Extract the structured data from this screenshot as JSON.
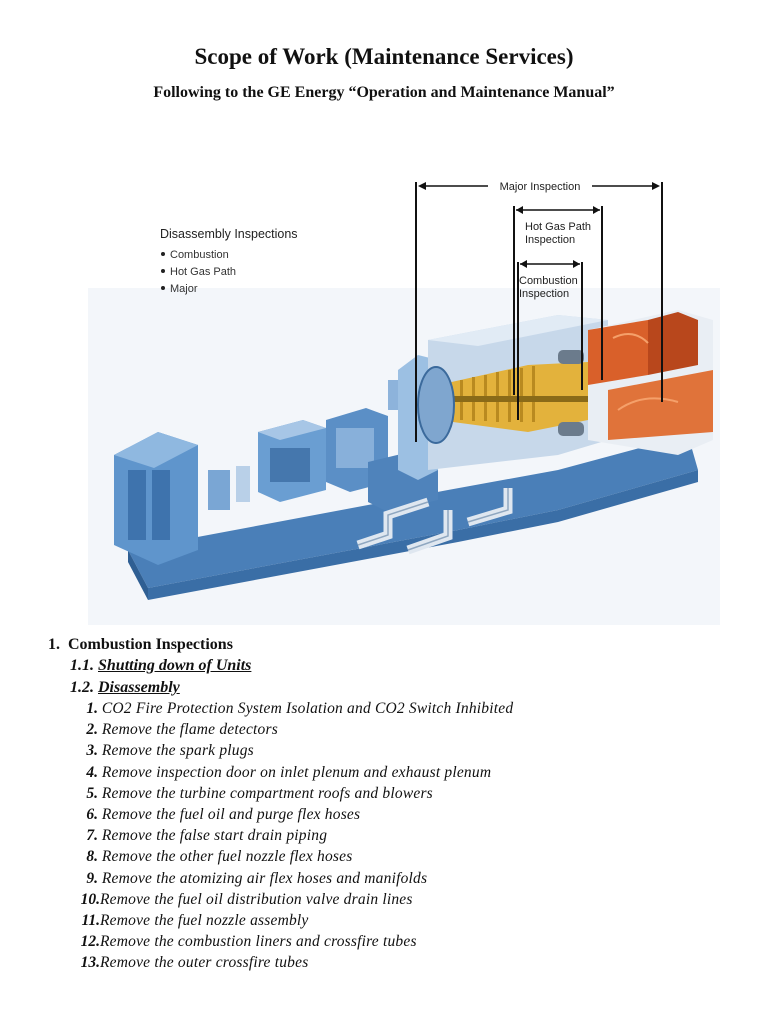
{
  "document": {
    "title": "Scope of Work (Maintenance Services)",
    "subtitle": "Following to the GE Energy “Operation and Maintenance Manual”"
  },
  "figure": {
    "legend_title": "Disassembly Inspections",
    "legend_items": [
      "Combustion",
      "Hot Gas Path",
      "Major"
    ],
    "label_major": "Major Inspection",
    "label_hgp_1": "Hot Gas Path",
    "label_hgp_2": "Inspection",
    "label_comb_1": "Combustion",
    "label_comb_2": "Inspection"
  },
  "section": {
    "number": "1.",
    "title": "Combustion Inspections",
    "subs": [
      {
        "number": "1.1.",
        "title": "Shutting down of Units"
      },
      {
        "number": "1.2.",
        "title": "Disassembly"
      }
    ],
    "steps": [
      {
        "n": "1.",
        "text": "CO2 Fire Protection System Isolation and CO2 Switch Inhibited"
      },
      {
        "n": "2.",
        "text": "Remove the flame detectors"
      },
      {
        "n": "3.",
        "text": "Remove the spark plugs"
      },
      {
        "n": "4.",
        "text": "Remove inspection door on inlet plenum and exhaust plenum"
      },
      {
        "n": "5.",
        "text": "Remove the turbine compartment roofs and blowers"
      },
      {
        "n": "6.",
        "text": "Remove the fuel oil and purge flex hoses"
      },
      {
        "n": "7.",
        "text": "Remove the false start drain piping"
      },
      {
        "n": "8.",
        "text": "Remove the other fuel nozzle flex hoses"
      },
      {
        "n": "9.",
        "text": "Remove the atomizing air flex hoses and manifolds"
      },
      {
        "n": "10.",
        "text": "Remove the fuel oil distribution valve drain lines"
      },
      {
        "n": "11.",
        "text": "Remove the fuel nozzle assembly"
      },
      {
        "n": "12.",
        "text": "Remove the combustion liners and crossfire tubes"
      },
      {
        "n": "13.",
        "text": "Remove the outer crossfire tubes"
      }
    ]
  },
  "colors": {
    "frame_blue": "#4a7fb8",
    "frame_light": "#9cc0e3",
    "turbine_orange": "#d9602a",
    "rotor_gold": "#e3b23c"
  }
}
